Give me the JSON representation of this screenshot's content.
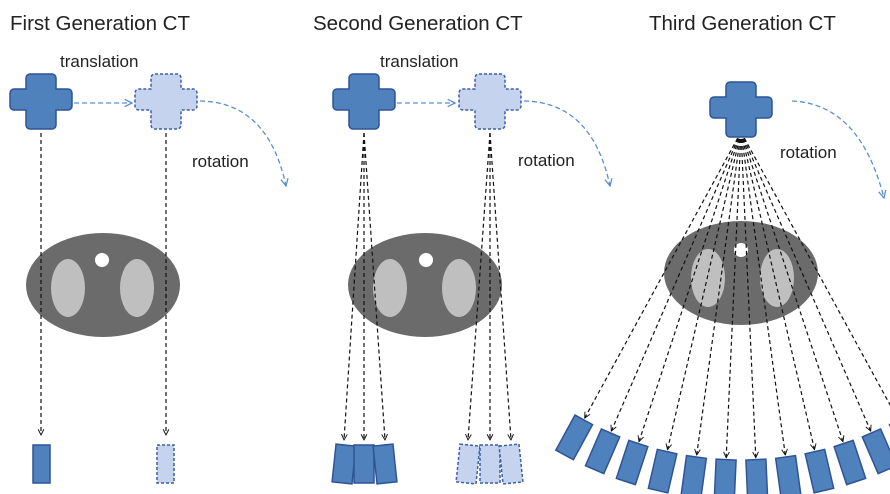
{
  "panels": [
    {
      "title": "First Generation CT",
      "translation_label": "translation",
      "rotation_label": "rotation"
    },
    {
      "title": "Second Generation CT",
      "translation_label": "translation",
      "rotation_label": "rotation"
    },
    {
      "title": "Third Generation CT",
      "rotation_label": "rotation"
    }
  ],
  "colors": {
    "source_fill": "#4f81bd",
    "source_stroke": "#2f5496",
    "ghost_fill": "#c6d3ef",
    "ghost_stroke": "#3a5fa8",
    "phantom": "#6b6b6b",
    "phantom_organ": "#bfbfbf",
    "ray": "#111111",
    "motion_arrow": "#5b8fd0"
  }
}
